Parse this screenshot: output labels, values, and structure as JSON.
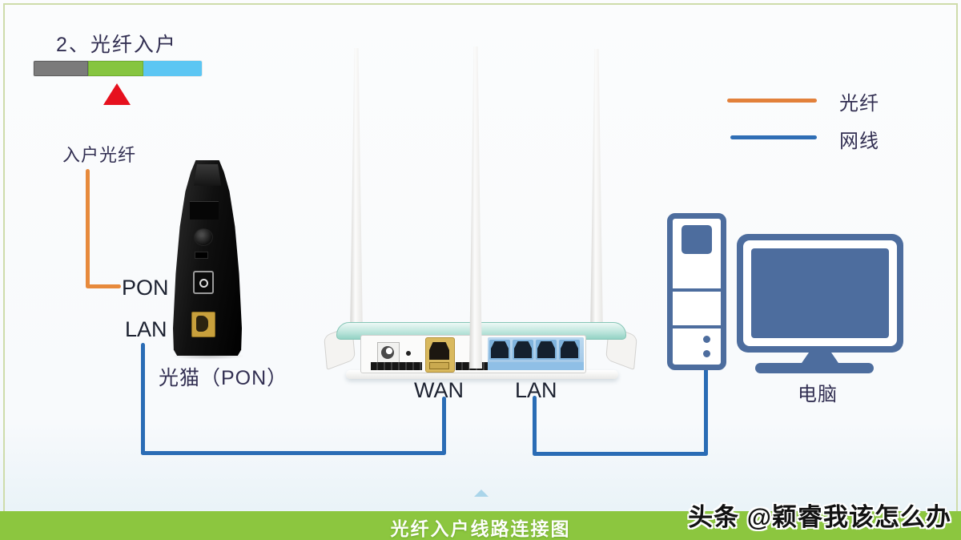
{
  "page": {
    "title": "2、光纤入户",
    "footer_title": "光纤入户线路连接图",
    "watermark": "头条 @颖睿我该怎么办"
  },
  "progress": {
    "segment_colors": [
      "#7b7b7b",
      "#86c540",
      "#5cc6f3"
    ],
    "pointer_color": "#e6111e",
    "pointer_segment_index": 1
  },
  "legend": {
    "items": [
      {
        "label": "光纤",
        "color": "#e2813b",
        "icon": "fiber-line"
      },
      {
        "label": "网线",
        "color": "#2f6eb5",
        "icon": "ethernet-line"
      }
    ]
  },
  "devices": {
    "modem": {
      "incoming_cable_label": "入户光纤",
      "port_labels": {
        "pon": "PON",
        "lan": "LAN"
      },
      "caption": "光猫（PON）"
    },
    "router": {
      "port_labels": {
        "wan": "WAN",
        "lan": "LAN"
      },
      "antenna_count": 3,
      "lan_port_count": 4
    },
    "computer": {
      "caption": "电脑"
    }
  },
  "connections": [
    {
      "from": "入户光纤",
      "to": "光猫 PON口",
      "type": "光纤",
      "color": "#e78a3c"
    },
    {
      "from": "光猫 LAN口",
      "to": "路由器 WAN口",
      "type": "网线",
      "color": "#2a6cb5"
    },
    {
      "from": "路由器 LAN口",
      "to": "电脑",
      "type": "网线",
      "color": "#2a6cb5"
    }
  ],
  "colors": {
    "frame_border": "#cedcab",
    "footer_bar": "#8cc63f",
    "router_top": "#93d2c4",
    "router_lan_section": "#9cc4e6",
    "wan_port": "#d9b95e",
    "computer": "#4d6d9e"
  }
}
